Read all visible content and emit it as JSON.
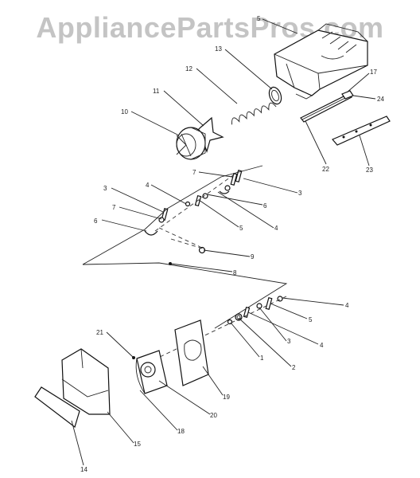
{
  "watermark": "AppliancePartsPros.com",
  "callouts": [
    {
      "id": "c5-top",
      "text": "5"
    },
    {
      "id": "c13",
      "text": "13"
    },
    {
      "id": "c12",
      "text": "12"
    },
    {
      "id": "c11",
      "text": "11"
    },
    {
      "id": "c10",
      "text": "10"
    },
    {
      "id": "c17",
      "text": "17"
    },
    {
      "id": "c24",
      "text": "24"
    },
    {
      "id": "c22",
      "text": "22"
    },
    {
      "id": "c23",
      "text": "23"
    },
    {
      "id": "c7a",
      "text": "7"
    },
    {
      "id": "c3a",
      "text": "3"
    },
    {
      "id": "c4a",
      "text": "4"
    },
    {
      "id": "c6a",
      "text": "6"
    },
    {
      "id": "c3b",
      "text": "3"
    },
    {
      "id": "c7b",
      "text": "7"
    },
    {
      "id": "c4b",
      "text": "4"
    },
    {
      "id": "c5a",
      "text": "5"
    },
    {
      "id": "c6b",
      "text": "6"
    },
    {
      "id": "c9",
      "text": "9"
    },
    {
      "id": "c8",
      "text": "8"
    },
    {
      "id": "c4c",
      "text": "4"
    },
    {
      "id": "c5b",
      "text": "5"
    },
    {
      "id": "c3c",
      "text": "3"
    },
    {
      "id": "c4d",
      "text": "4"
    },
    {
      "id": "c21",
      "text": "21"
    },
    {
      "id": "c1",
      "text": "1"
    },
    {
      "id": "c2",
      "text": "2"
    },
    {
      "id": "c19",
      "text": "19"
    },
    {
      "id": "c20",
      "text": "20"
    },
    {
      "id": "c18",
      "text": "18"
    },
    {
      "id": "c15",
      "text": "15"
    },
    {
      "id": "c14",
      "text": "14"
    }
  ]
}
